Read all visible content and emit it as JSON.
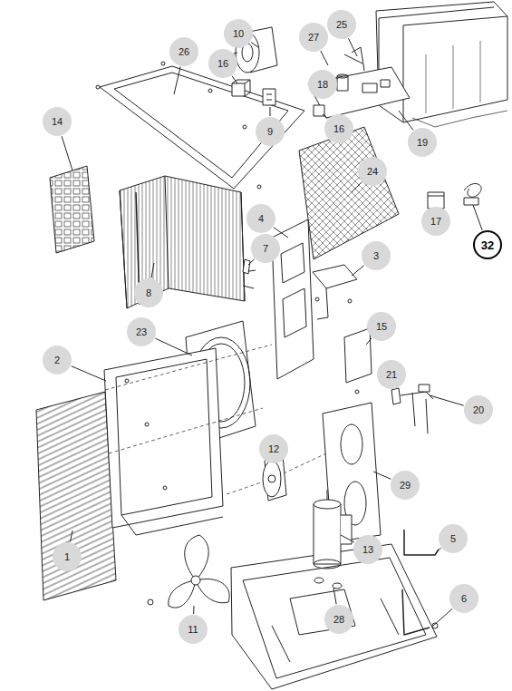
{
  "diagram": {
    "nodes": [
      {
        "text": [
          "10"
        ]
      },
      {
        "text": [
          "25"
        ]
      },
      {
        "text": [
          "27"
        ]
      },
      {
        "text": [
          "26"
        ]
      },
      {
        "text": [
          "16"
        ]
      },
      {
        "text": [
          "18"
        ]
      },
      {
        "text": [
          "9"
        ]
      },
      {
        "text": [
          "16"
        ]
      },
      {
        "text": [
          "19"
        ]
      },
      {
        "text": [
          "14"
        ]
      },
      {
        "text": [
          "24"
        ]
      },
      {
        "text": [
          "17"
        ]
      },
      {
        "text": [
          "32"
        ]
      },
      {
        "text": [
          "4"
        ]
      },
      {
        "text": [
          "7"
        ]
      },
      {
        "text": [
          "8"
        ]
      },
      {
        "text": [
          "3"
        ]
      },
      {
        "text": [
          "23"
        ]
      },
      {
        "text": [
          "15"
        ]
      },
      {
        "text": [
          "2"
        ]
      },
      {
        "text": [
          "21"
        ]
      },
      {
        "text": [
          "20"
        ]
      },
      {
        "text": [
          "12"
        ]
      },
      {
        "text": [
          "29"
        ]
      },
      {
        "text": [
          "1"
        ]
      },
      {
        "text": [
          "5"
        ]
      },
      {
        "text": [
          "13"
        ]
      },
      {
        "text": [
          "6"
        ]
      },
      {
        "text": [
          "28"
        ]
      },
      {
        "text": [
          "11"
        ]
      }
    ]
  }
}
